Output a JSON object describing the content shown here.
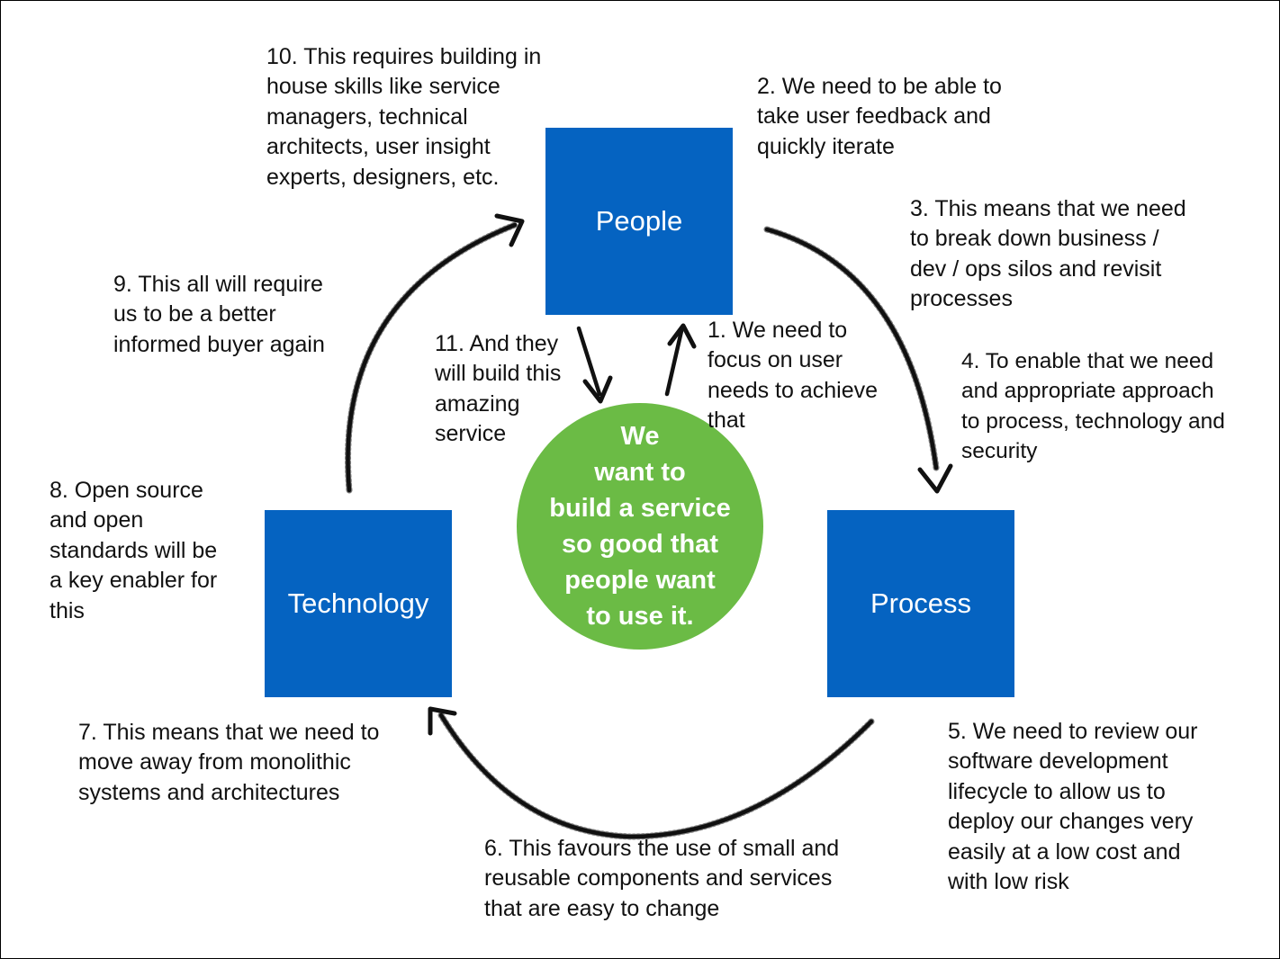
{
  "diagram": {
    "nodes": {
      "people": "People",
      "technology": "Technology",
      "process": "Process"
    },
    "center": "We\nwant to\nbuild a service\nso good that\npeople want\nto use it.",
    "notes": {
      "n1": "1. We need to\nfocus on user\nneeds to achieve\nthat",
      "n2": "2. We need to be able to\ntake user feedback and\nquickly iterate",
      "n3": "3. This means that we need\nto break down business /\ndev / ops silos and revisit\nprocesses",
      "n4": "4. To enable that we need\nand appropriate approach\nto process, technology and\nsecurity",
      "n5": "5. We need to review our\nsoftware development\nlifecycle to allow us to\ndeploy our changes very\neasily at a low cost and\nwith low risk",
      "n6": "6. This favours the use of small and\nreusable components and services\nthat are easy to change",
      "n7": "7. This means that we need to\nmove away from monolithic\nsystems and architectures",
      "n8": "8. Open source\nand open\nstandards will be\na key enabler for\nthis",
      "n9": "9. This all will require\nus to be a better\ninformed buyer again",
      "n10": "10. This requires building in\nhouse skills like service\nmanagers, technical\narchitects, user insight\nexperts, designers, etc.",
      "n11": "11. And they\nwill build this\namazing\nservice"
    },
    "colors": {
      "box": "#0563c1",
      "center": "#6bbb45",
      "arrow": "#111111",
      "text": "#111111"
    }
  }
}
